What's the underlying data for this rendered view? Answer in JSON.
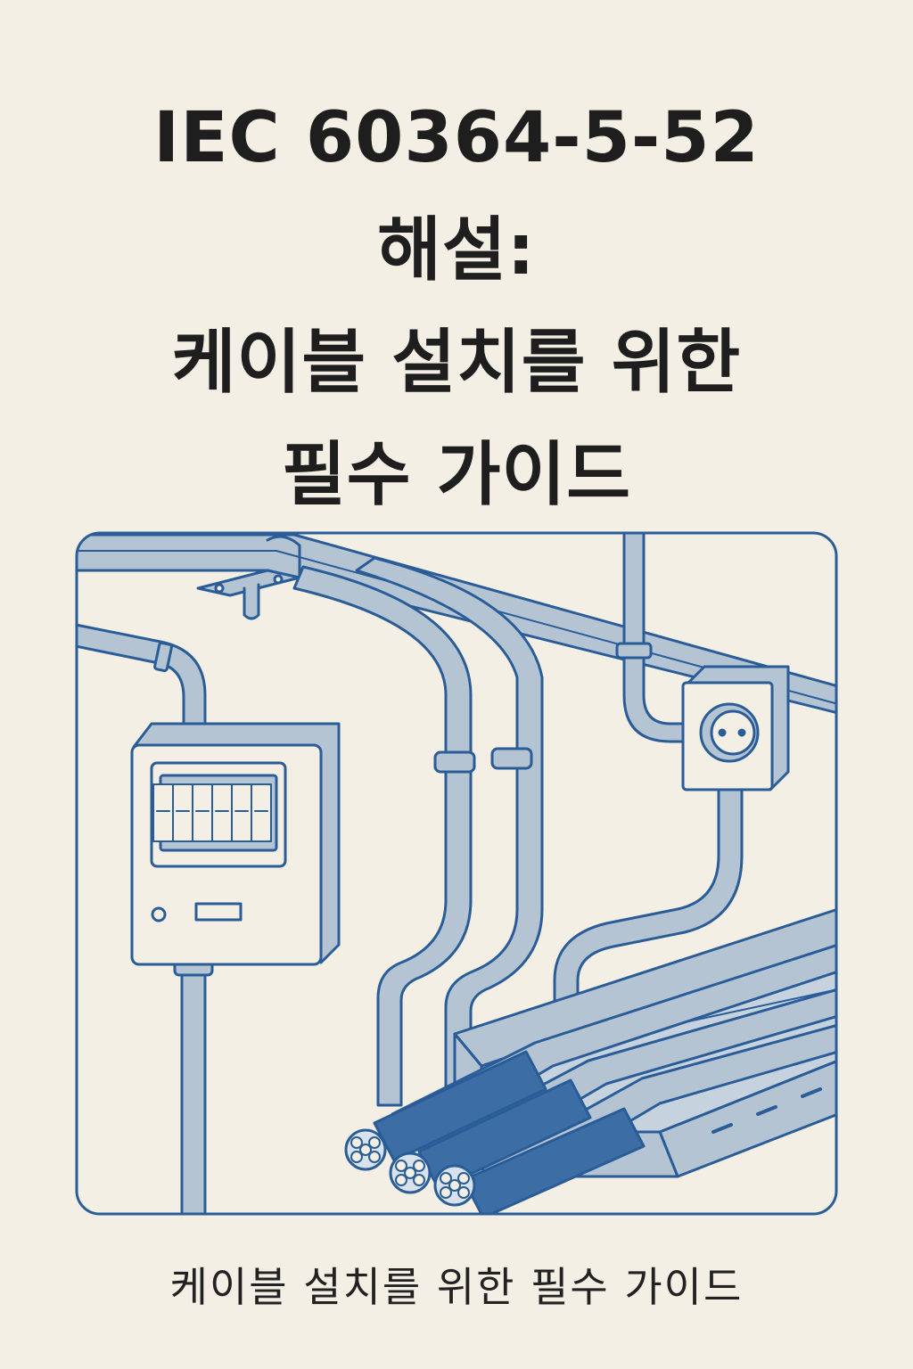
{
  "title": {
    "lines": [
      "IEC 60364-5-52",
      "해설:",
      "케이블 설치를 위한",
      "필수 가이드"
    ]
  },
  "subtitle": "케이블 설치를 위한 필수 가이드",
  "illustration": {
    "elements": [
      "distribution-board",
      "circuit-breakers",
      "ceiling-conduit",
      "wall-conduits",
      "wall-socket",
      "cable-tray",
      "three-cables"
    ],
    "colors": {
      "outline": "#2a5d98",
      "fill": "#b4c4d3",
      "cable": "#3c6ea5",
      "background": "#f3efe4"
    }
  }
}
